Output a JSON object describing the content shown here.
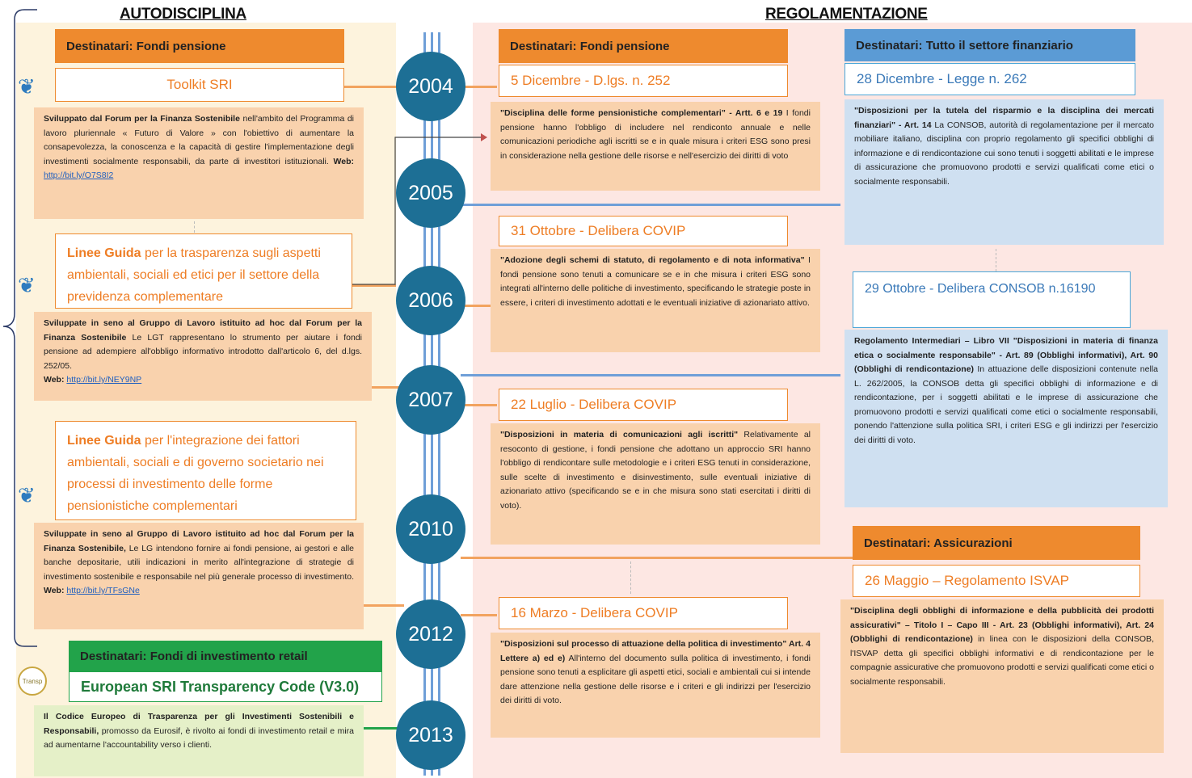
{
  "left_title": "AUTODISCIPLINA",
  "right_title": "REGOLAMENTAZIONE",
  "years": [
    "2004",
    "2005",
    "2006",
    "2007",
    "2010",
    "2012",
    "2013"
  ],
  "left": {
    "header1": "Destinatari: Fondi pensione",
    "toolkit": {
      "title": "Toolkit SRI",
      "bold": "Sviluppato dal Forum per la Finanza Sostenibile",
      "text": " nell'ambito del Programma di lavoro pluriennale « Futuro di Valore » con l'obiettivo di aumentare la consapevolezza, la conoscenza e la capacità di gestire l'implementazione degli investimenti socialmente responsabili, da parte di investitori istituzionali.",
      "web_label": " Web: ",
      "web": "http://bit.ly/O7S8I2"
    },
    "guide1": {
      "title_bold": "Linee Guida",
      "title_rest": " per la trasparenza sugli aspetti ambientali, sociali ed etici per il settore della previdenza complementare",
      "bold": "Sviluppate in seno al Gruppo di Lavoro istituito ad hoc dal Forum per la Finanza Sostenibile",
      "text": " Le LGT rappresentano lo strumento per aiutare i fondi pensione ad adempiere all'obbligo informativo introdotto dall'articolo 6, del d.lgs. 252/05.",
      "web_label": "Web: ",
      "web": "http://bit.ly/NEY9NP"
    },
    "guide2": {
      "title_bold": "Linee Guida",
      "title_rest": " per l'integrazione dei fattori ambientali, sociali e di governo societario nei processi di investimento delle forme pensionistiche complementari",
      "bold": "Sviluppate in seno al Gruppo di Lavoro istituito ad hoc dal Forum per la Finanza Sostenibile,",
      "text": " Le LG intendono fornire ai fondi pensione, ai gestori e alle banche depositarie, utili indicazioni in merito all'integrazione di strategie di investimento sostenibile e responsabile nel più generale processo di investimento.",
      "web_label": " Web: ",
      "web": "http://bit.ly/TFsGNe"
    },
    "header_retail": "Destinatari: Fondi di investimento retail",
    "code": {
      "title": "European SRI Transparency Code (V3.0)",
      "bold": "Il Codice Europeo di Trasparenza per gli Investimenti Sostenibili e Responsabili,",
      "text": " promosso da Eurosif, è rivolto ai fondi di investimento retail e mira ad aumentarne l'accountability verso i clienti."
    },
    "trans_icon": "Transp"
  },
  "mid": {
    "header": "Destinatari: Fondi pensione",
    "e1": {
      "title": "5 Dicembre - D.lgs. n. 252",
      "bold": "\"Disciplina delle forme pensionistiche complementari\" - Artt. 6 e 19",
      "text": " I fondi pensione hanno l'obbligo di includere nel rendiconto annuale e nelle comunicazioni periodiche agli iscritti se e in quale misura i criteri ESG sono presi in considerazione nella gestione delle risorse e nell'esercizio dei diritti di voto"
    },
    "e2": {
      "title": "31 Ottobre - Delibera COVIP",
      "bold": "\"Adozione degli schemi di statuto, di regolamento e di nota informativa\"",
      "text": " I fondi pensione sono tenuti a comunicare se e in che misura i criteri ESG sono integrati all'interno delle politiche di investimento, specificando le strategie poste in essere, i criteri di investimento adottati e le eventuali iniziative di azionariato attivo."
    },
    "e3": {
      "title": "22 Luglio - Delibera COVIP",
      "bold": "\"Disposizioni in materia di comunicazioni agli iscritti\"",
      "text": " Relativamente al resoconto di gestione, i fondi pensione che adottano un approccio SRI hanno l'obbligo di rendicontare sulle metodologie e i criteri ESG tenuti in considerazione, sulle scelte di investimento e disinvestimento, sulle eventuali iniziative di azionariato attivo (specificando se e in che misura sono stati esercitati i diritti di voto)."
    },
    "e4": {
      "title": "16 Marzo - Delibera COVIP",
      "bold": "\"Disposizioni sul processo di attuazione della politica di investimento\" Art. 4 Lettere a) ed e)",
      "text": " All'interno del documento sulla politica di investimento, i fondi pensione sono tenuti a esplicitare gli aspetti etici, sociali e ambientali cui si intende dare attenzione nella gestione delle risorse e i criteri e gli indirizzi per l'esercizio dei diritti di voto."
    }
  },
  "right": {
    "header": "Destinatari: Tutto il settore finanziario",
    "e1": {
      "title": "28 Dicembre - Legge n. 262",
      "bold": "\"Disposizioni per la tutela del risparmio e la disciplina dei mercati finanziari\" - Art. 14",
      "text": " La CONSOB, autorità di regolamentazione per il mercato mobiliare italiano, disciplina con proprio regolamento gli specifici obblighi di informazione e di rendicontazione cui sono tenuti i soggetti abilitati e le imprese di assicurazione che promuovono prodotti e servizi qualificati come etici o socialmente responsabili."
    },
    "e2": {
      "title": "29 Ottobre - Delibera CONSOB n.16190",
      "bold": "Regolamento Intermediari – Libro VII \"Disposizioni in materia di finanza etica o socialmente responsabile\" - Art. 89 (Obblighi informativi), Art. 90 (Obblighi di rendicontazione)",
      "text": " In attuazione delle disposizioni contenute nella L. 262/2005, la CONSOB detta gli specifici obblighi di informazione e di rendicontazione, per i soggetti abilitati e le imprese di assicurazione che promuovono prodotti e servizi qualificati come etici o socialmente responsabili, ponendo l'attenzione sulla politica SRI, i criteri ESG e gli indirizzi per l'esercizio dei diritti di voto."
    },
    "header_ins": "Destinatari: Assicurazioni",
    "e3": {
      "title": "26 Maggio – Regolamento ISVAP",
      "bold": "\"Disciplina degli obblighi di informazione e della pubblicità dei prodotti assicurativi\" – Titolo I – Capo III - Art. 23 (Obblighi informativi), Art. 24 (Obblighi di rendicontazione)",
      "text": " in linea con le disposizioni della CONSOB, l'ISVAP detta gli specifici obblighi informativi e di rendicontazione per le compagnie assicurative che promuovono prodotti e servizi qualificati come etici o socialmente responsabili."
    }
  },
  "colors": {
    "orange": "#ee8a2e",
    "blue_header": "#5b9bd5",
    "green_header": "#22a34a",
    "year_circle": "#1d6f95",
    "timeline": "#6f9fd8"
  }
}
